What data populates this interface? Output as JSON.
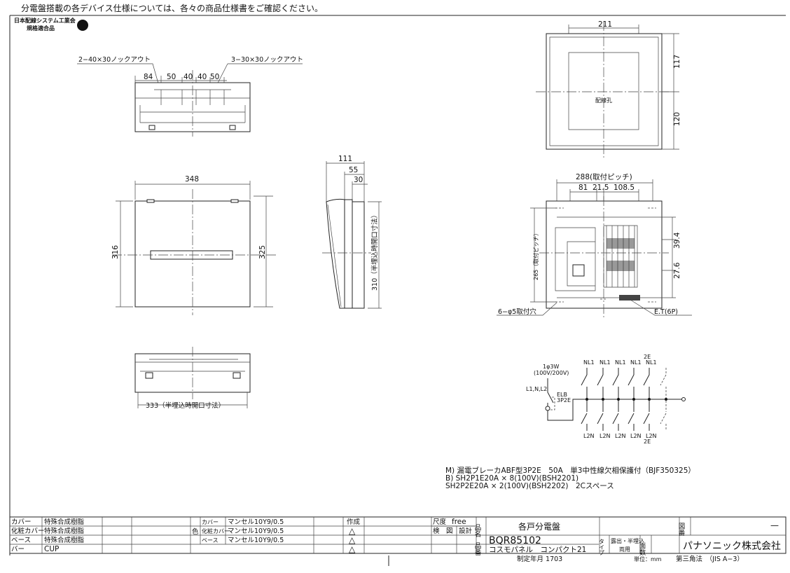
{
  "header_note": "分電盤搭載の各デバイス仕様については、各々の商品仕様書をご確認ください。",
  "certification": {
    "line1": "日本配線システム工業会",
    "line2": "規格適合品",
    "mark_icon": "jewa-certification-mark"
  },
  "top_view": {
    "knockout_left": "2−40×30ノックアウト",
    "knockout_right": "3−30×30ノックアウト",
    "dims": [
      "84",
      "50",
      "40",
      "40",
      "50"
    ]
  },
  "front_view": {
    "width": "348",
    "height_left": "316",
    "height_right": "325"
  },
  "side_view": {
    "depth": "111",
    "d55": "55",
    "d30": "30",
    "opening": "310（半埋込時開口寸法）"
  },
  "bottom_view": {
    "opening": "333（半埋込時開口寸法）"
  },
  "back_view": {
    "width": "211",
    "h1": "117",
    "h2": "120",
    "hole_label": "配線孔"
  },
  "interior_view": {
    "pitch_h": "288(取付ピッチ)",
    "d81": "81",
    "d21_5": "21.5",
    "d108_5": "108.5",
    "pitch_v": "265（取付ピッチ）",
    "d39_4": "39.4",
    "d27_6": "27.6",
    "mount_holes": "6−φ5取付穴",
    "et": "E.T(6P)"
  },
  "schematic": {
    "supply": "1φ3W",
    "voltage": "(100V/200V)",
    "input": "L1,N,L2",
    "elb1": "ELB",
    "elb2": "3P2E",
    "top_labels": [
      "NL1",
      "NL1",
      "NL1",
      "NL1",
      "NL1"
    ],
    "top_extra": "2E",
    "bottom_labels": [
      "L2N",
      "L2N",
      "L2N",
      "L2N",
      "L2N"
    ],
    "bottom_extra": "2E"
  },
  "specs": [
    "M) 漏電ブレーカABF型3P2E　50A　単3中性線欠相保護付（BJF350325）",
    "B) SH2P1E20A × 8(100V)(BSH2201)",
    "    SH2P2E20A × 2(100V)(BSH2202)　2Cスペース"
  ],
  "title_block": {
    "materials": [
      {
        "part": "カバー",
        "material": "特殊合成樹脂"
      },
      {
        "part": "化粧カバー",
        "material": "特殊合成樹脂"
      },
      {
        "part": "ベース",
        "material": "特殊合成樹脂"
      },
      {
        "part": "バー",
        "material": "CUP"
      }
    ],
    "color_label": "色",
    "colors": [
      {
        "part": "カバー",
        "color": "マンセル10Y9/0.5"
      },
      {
        "part": "化粧カバー",
        "color": "マンセル10Y9/0.5"
      },
      {
        "part": "ベース",
        "color": "マンセル10Y9/0.5"
      }
    ],
    "made_label": "作成",
    "revision_marks": [
      "△",
      "△",
      "△"
    ],
    "scale_label": "尺度",
    "scale_value": "free",
    "check_label": "検　図",
    "design_label": "設計",
    "name_label": "品名",
    "product_name": "各戸分電盤",
    "number_label": "品番",
    "product_number": "BQR85102",
    "series": "コスモパネル　コンパクト21",
    "type_label": "タイプ",
    "type_value1": "露出・半埋込",
    "type_value2": "両用",
    "faces_label": "面数",
    "drawing_label": "図番",
    "drawing_number": "—",
    "company": "パナソニック株式会社",
    "established": "制定年月 1703",
    "unit": "単位：mm",
    "projection": "第三角法　（JIS A−3）"
  }
}
